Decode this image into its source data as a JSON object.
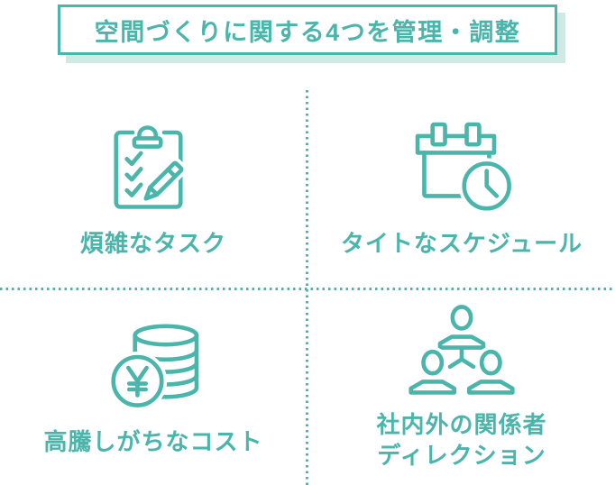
{
  "colors": {
    "accent": "#4ab5ab",
    "title_shadow": "#cfe9e5",
    "background": "#ffffff"
  },
  "header": {
    "title": "空間づくりに関する4つを管理・調整"
  },
  "quadrants": [
    {
      "icon": "clipboard-checklist-pencil-icon",
      "label": "煩雑なタスク"
    },
    {
      "icon": "calendar-clock-icon",
      "label": "タイトなスケジュール"
    },
    {
      "icon": "yen-coins-icon",
      "label": "高騰しがちなコスト"
    },
    {
      "icon": "org-people-icon",
      "label_lines": [
        "社内外の関係者",
        "ディレクション"
      ]
    }
  ]
}
